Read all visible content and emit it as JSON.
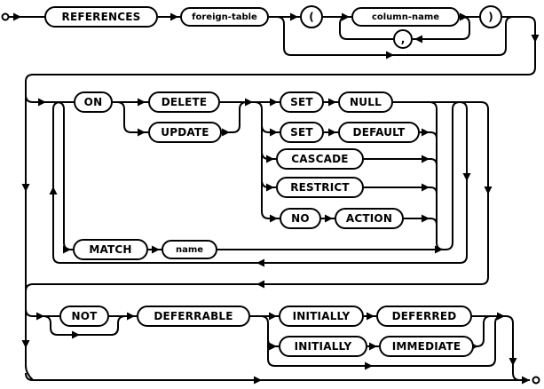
{
  "diagram": {
    "type": "railroad-syntax-diagram",
    "colors": {
      "line": "#000000",
      "background": "#ffffff",
      "text": "#000000"
    },
    "nodes": {
      "references": {
        "label": "REFERENCES"
      },
      "foreign_table": {
        "label": "foreign-table"
      },
      "lparen": {
        "label": "("
      },
      "column_name": {
        "label": "column-name"
      },
      "comma": {
        "label": ","
      },
      "rparen": {
        "label": ")"
      },
      "on": {
        "label": "ON"
      },
      "delete": {
        "label": "DELETE"
      },
      "update": {
        "label": "UPDATE"
      },
      "set1": {
        "label": "SET"
      },
      "null": {
        "label": "NULL"
      },
      "set2": {
        "label": "SET"
      },
      "default": {
        "label": "DEFAULT"
      },
      "cascade": {
        "label": "CASCADE"
      },
      "restrict": {
        "label": "RESTRICT"
      },
      "no": {
        "label": "NO"
      },
      "action": {
        "label": "ACTION"
      },
      "match": {
        "label": "MATCH"
      },
      "name": {
        "label": "name"
      },
      "not": {
        "label": "NOT"
      },
      "deferrable": {
        "label": "DEFERRABLE"
      },
      "initially1": {
        "label": "INITIALLY"
      },
      "deferred": {
        "label": "DEFERRED"
      },
      "initially2": {
        "label": "INITIALLY"
      },
      "immediate": {
        "label": "IMMEDIATE"
      }
    }
  }
}
